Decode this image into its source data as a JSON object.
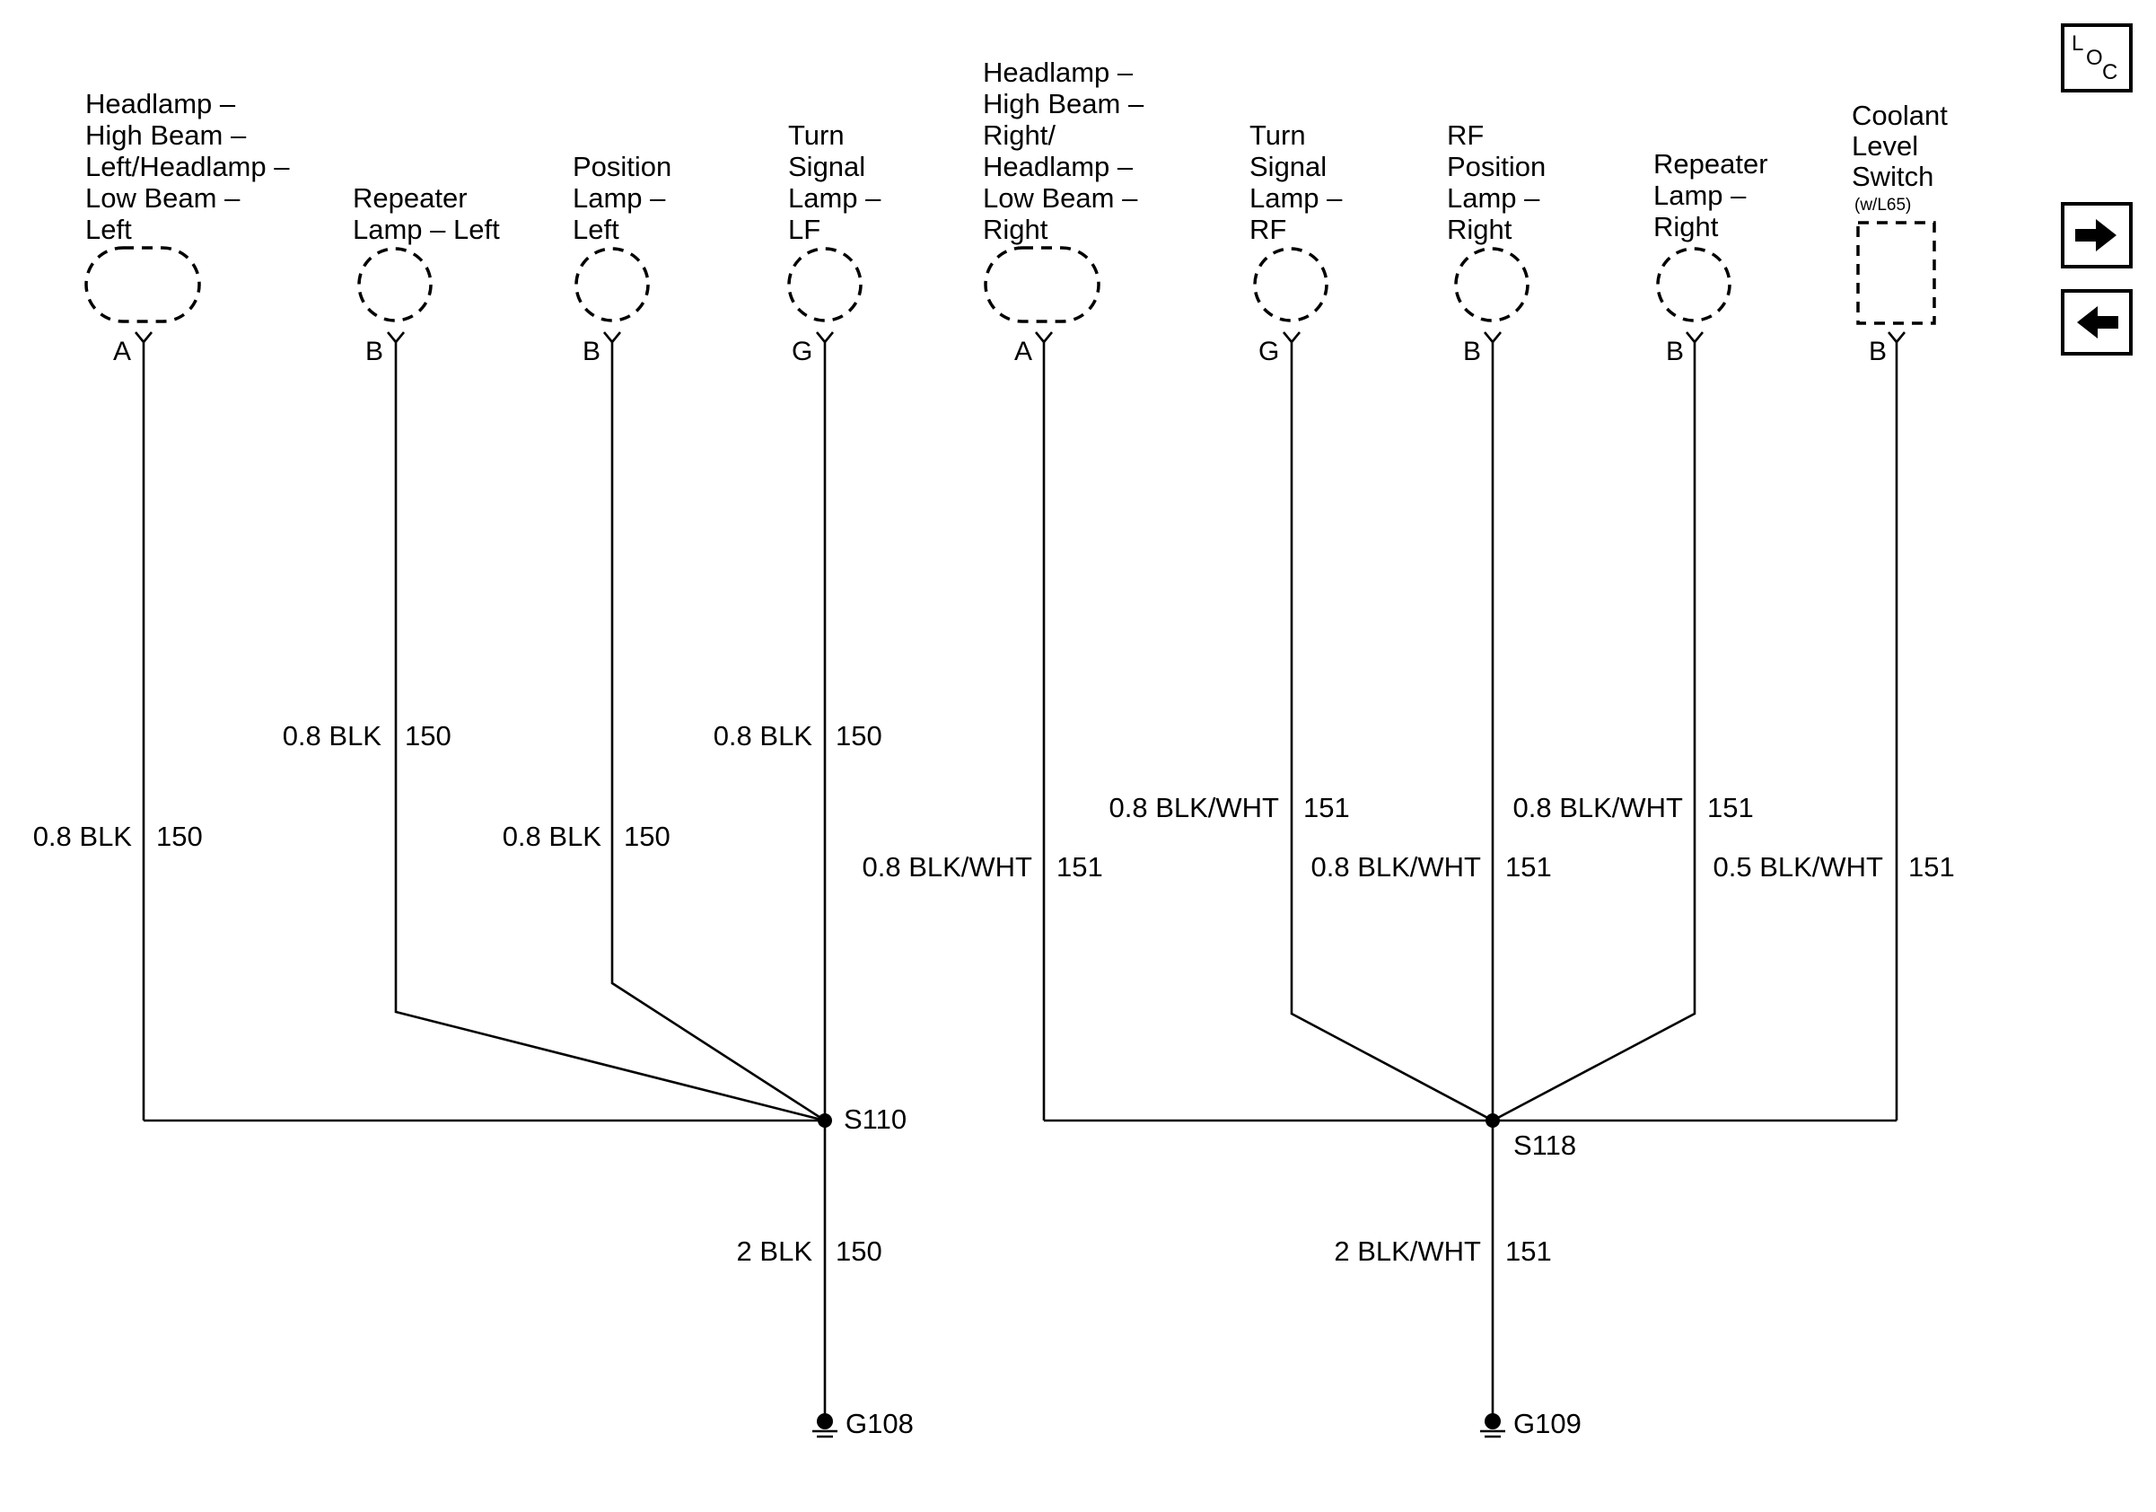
{
  "components": [
    {
      "lines": [
        "Headlamp –",
        "High Beam –",
        "Left/Headlamp –",
        "Low Beam –",
        "Left"
      ],
      "pin": "A"
    },
    {
      "lines": [
        "Repeater",
        "Lamp – Left"
      ],
      "pin": "B"
    },
    {
      "lines": [
        "Position",
        "Lamp –",
        "Left"
      ],
      "pin": "B"
    },
    {
      "lines": [
        "Turn",
        "Signal",
        "Lamp –",
        "LF"
      ],
      "pin": "G"
    },
    {
      "lines": [
        "Headlamp –",
        "High Beam –",
        "Right/",
        "Headlamp –",
        "Low Beam –",
        "Right"
      ],
      "pin": "A"
    },
    {
      "lines": [
        "Turn",
        "Signal",
        "Lamp –",
        "RF"
      ],
      "pin": "G"
    },
    {
      "lines": [
        "RF",
        "Position",
        "Lamp –",
        "Right"
      ],
      "pin": "B"
    },
    {
      "lines": [
        "Repeater",
        "Lamp –",
        "Right"
      ],
      "pin": "B"
    },
    {
      "lines": [
        "Coolant",
        "Level",
        "Switch"
      ],
      "note": "(w/L65)",
      "pin": "B"
    }
  ],
  "wires": [
    {
      "spec": "0.8 BLK",
      "circuit": "150"
    },
    {
      "spec": "0.8 BLK",
      "circuit": "150"
    },
    {
      "spec": "0.8 BLK",
      "circuit": "150"
    },
    {
      "spec": "0.8 BLK",
      "circuit": "150"
    },
    {
      "spec": "0.8 BLK/WHT",
      "circuit": "151"
    },
    {
      "spec": "0.8 BLK/WHT",
      "circuit": "151"
    },
    {
      "spec": "0.8 BLK/WHT",
      "circuit": "151"
    },
    {
      "spec": "0.8 BLK/WHT",
      "circuit": "151"
    },
    {
      "spec": "0.5 BLK/WHT",
      "circuit": "151"
    }
  ],
  "splices": {
    "left": "S110",
    "right": "S118"
  },
  "trunks": [
    {
      "spec": "2 BLK",
      "circuit": "150"
    },
    {
      "spec": "2 BLK/WHT",
      "circuit": "151"
    }
  ],
  "grounds": {
    "left": "G108",
    "right": "G109"
  },
  "nav": {
    "loc_letters": [
      "L",
      "O",
      "C"
    ],
    "forward_icon": "arrow-right-icon",
    "back_icon": "arrow-left-icon"
  }
}
